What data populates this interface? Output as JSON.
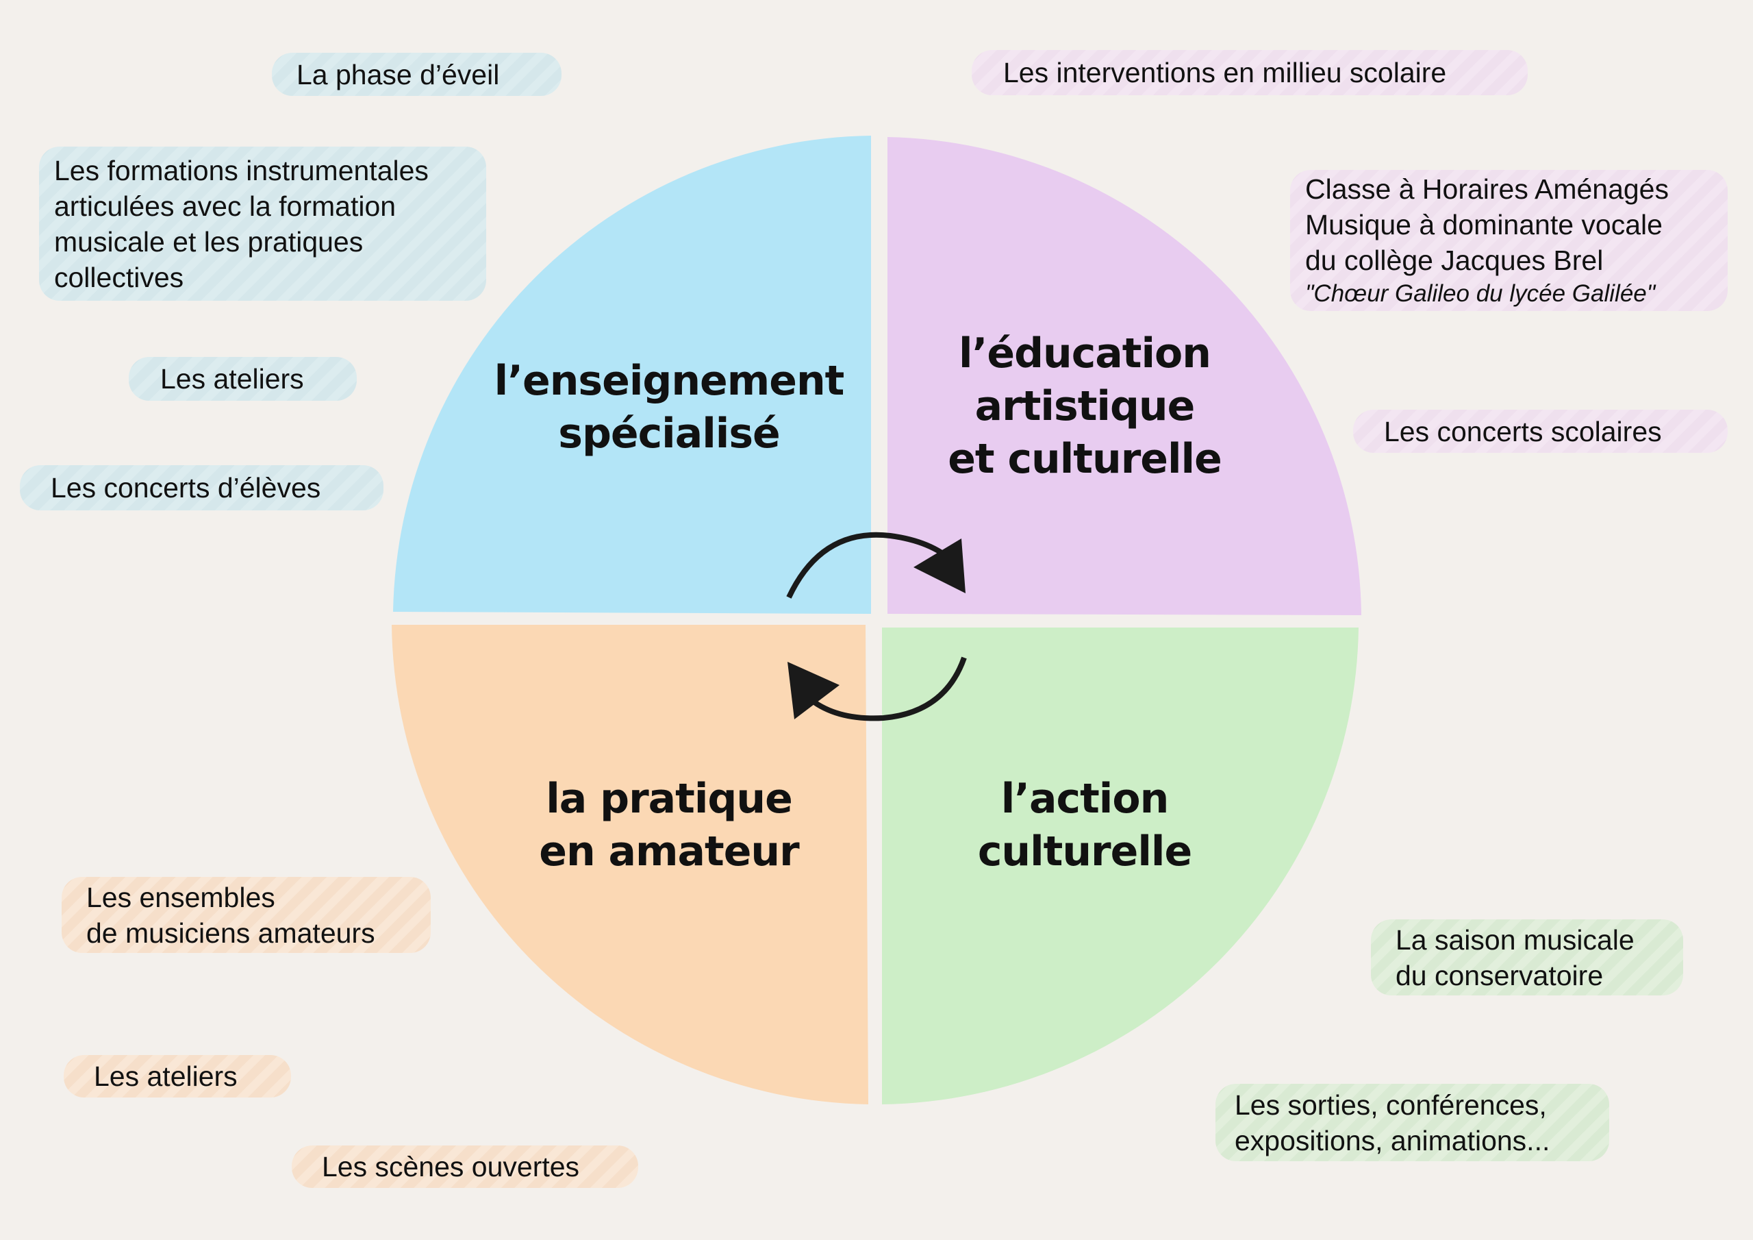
{
  "colors": {
    "background": "#f3f0ec",
    "enseignement": "#b3e5f7",
    "education": "#e8ccf0",
    "pratique": "#fbd8b4",
    "action": "#cdeec7",
    "arrow": "#1a1a1a"
  },
  "quadrants": {
    "enseignement": [
      "l’enseignement",
      "spécialisé"
    ],
    "education": [
      "l’éducation",
      "artistique",
      "et culturelle"
    ],
    "pratique": [
      "la pratique",
      "en amateur"
    ],
    "action": [
      "l’action",
      "culturelle"
    ]
  },
  "enseignement_items": {
    "eveil": [
      "La phase d’éveil"
    ],
    "formations": [
      "Les formations instrumentales",
      "articulées avec la formation",
      "musicale et les pratiques",
      "collectives"
    ],
    "ateliers": [
      "Les ateliers"
    ],
    "concerts": [
      "Les concerts d’élèves"
    ]
  },
  "education_items": {
    "interventions": [
      "Les interventions en millieu scolaire"
    ],
    "cham": [
      "Classe à Horaires Aménagés",
      "Musique à dominante vocale",
      "du collège Jacques Brel",
      "\"Chœur Galileo du lycée Galilée\""
    ],
    "concerts": [
      "Les concerts scolaires"
    ]
  },
  "pratique_items": {
    "ensembles": [
      "Les ensembles",
      "de musiciens amateurs"
    ],
    "ateliers": [
      "Les ateliers"
    ],
    "scenes": [
      "Les scènes ouvertes"
    ]
  },
  "action_items": {
    "saison": [
      "La saison musicale",
      "du conservatoire"
    ],
    "sorties": [
      "Les sorties, conférences,",
      "expositions, animations..."
    ]
  }
}
